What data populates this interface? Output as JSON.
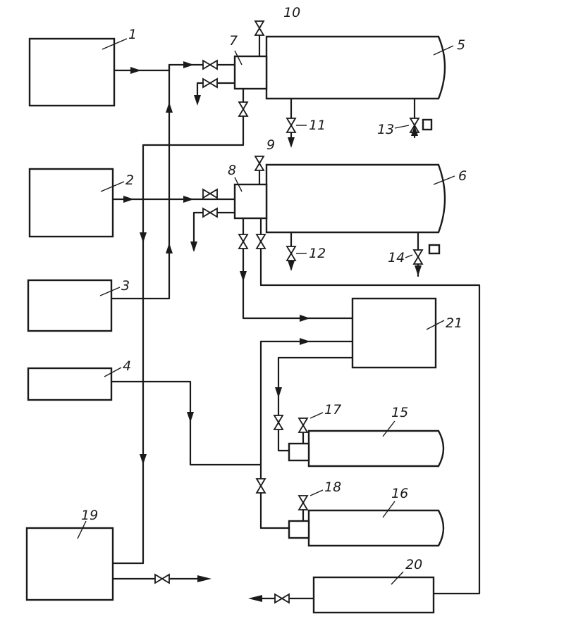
{
  "labels": {
    "l1": "1",
    "l2": "2",
    "l3": "3",
    "l4": "4",
    "l5": "5",
    "l6": "6",
    "l7": "7",
    "l8": "8",
    "l9": "9",
    "l10": "10",
    "l11": "11",
    "l12": "12",
    "l13": "13",
    "l14": "14",
    "l15": "15",
    "l16": "16",
    "l17": "17",
    "l18": "18",
    "l19": "19",
    "l20": "20",
    "l21": "21"
  },
  "colors": {
    "ink": "#1a1a1a",
    "paper": "#ffffff"
  }
}
